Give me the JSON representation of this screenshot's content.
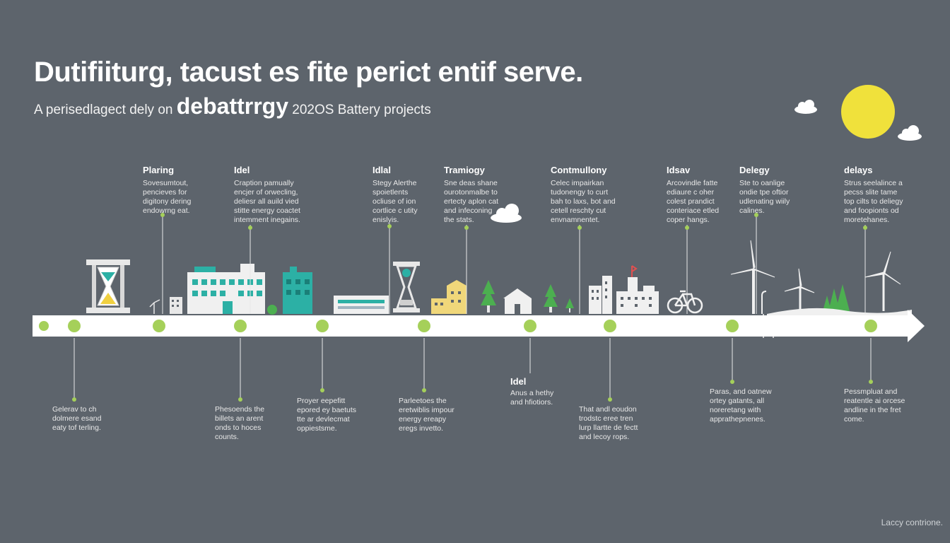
{
  "header": {
    "title": "Dutifiiturg, tacust es fite perict entif serve.",
    "subtitle_pre": "A perisedlagect dely on",
    "subtitle_big": "debattrrgy",
    "subtitle_post": "202OS Battery projects"
  },
  "top_labels": [
    {
      "title": "Plaring",
      "lines": [
        "Sovesumtout,",
        "pencieves for",
        "digitony dering",
        "endowrng eat."
      ]
    },
    {
      "title": "Idel",
      "lines": [
        "Craption pamually",
        "encjer of orwecling,",
        "deliesr all auild vied",
        "stitte energy coactet",
        "intemment inegains."
      ]
    },
    {
      "title": "Idlal",
      "lines": [
        "Stegy Alerthe",
        "spoietlents",
        "ocliuse of ion",
        "cortlice c utity",
        "enislyis."
      ]
    },
    {
      "title": "Tramiogy",
      "lines": [
        "Sne deas shane",
        "ourotonmalbe to",
        "ertecty aplon cat",
        "and infeconing",
        "the stats."
      ]
    },
    {
      "title": "Contmullony",
      "lines": [
        "Celec impairkan",
        "tudonengy to curt",
        "bah to laxs, bot and",
        "cetell reschty cut",
        "envnamnentet."
      ]
    },
    {
      "title": "Idsav",
      "lines": [
        "Arcovindle fatte",
        "ediaure c oher",
        "colest prandict",
        "conteriace etled",
        "coper hangs."
      ]
    },
    {
      "title": "Delegy",
      "lines": [
        "Ste to oanlige",
        "ondie tpe oftior",
        "udlenating wiily",
        "calines."
      ]
    },
    {
      "title": "delays",
      "lines": [
        "Strus seelalince a",
        "pecss slite tame",
        "top cilts to deliegy",
        "and foopionts od",
        "moretehanes."
      ]
    }
  ],
  "bottom_labels": [
    {
      "title": "",
      "lines": [
        "Gelerav to ch",
        "dolmere esand",
        "eaty tof terling."
      ]
    },
    {
      "title": "",
      "lines": [
        "Phesoends the",
        "billets an arent",
        "onds to hoces",
        "counts."
      ]
    },
    {
      "title": "",
      "lines": [
        "Proyer eepefitt",
        "epored ey baetuts",
        "tte ar devlecmat",
        "oppiestsme."
      ]
    },
    {
      "title": "",
      "lines": [
        "Parleetoes the",
        "eretwiblis impour",
        "energy ereapy",
        "eregs invetto."
      ]
    },
    {
      "title": "Idel",
      "lines": [
        "Anus a hethy",
        "and hfiotiors."
      ]
    },
    {
      "title": "",
      "lines": [
        "That andl eoudon",
        "trodstc eree tren",
        "lurp llartte de fectt",
        "and lecoy rops."
      ]
    },
    {
      "title": "",
      "lines": [
        "Paras, and oatnew",
        "ortey gatants, all",
        "noreretang with",
        "apprathepnenes."
      ]
    },
    {
      "title": "",
      "lines": [
        "Pessmpluat and",
        "reatentle ai orcese",
        "andline in the fret",
        "come."
      ]
    }
  ],
  "footer": {
    "text": "Laccy contrione."
  },
  "colors": {
    "background": "#5d646c",
    "timeline": "#ffffff",
    "node": "#a5d05a",
    "sun": "#f0e13b",
    "teal": "#2cb0a5",
    "tree": "#4caf50"
  }
}
